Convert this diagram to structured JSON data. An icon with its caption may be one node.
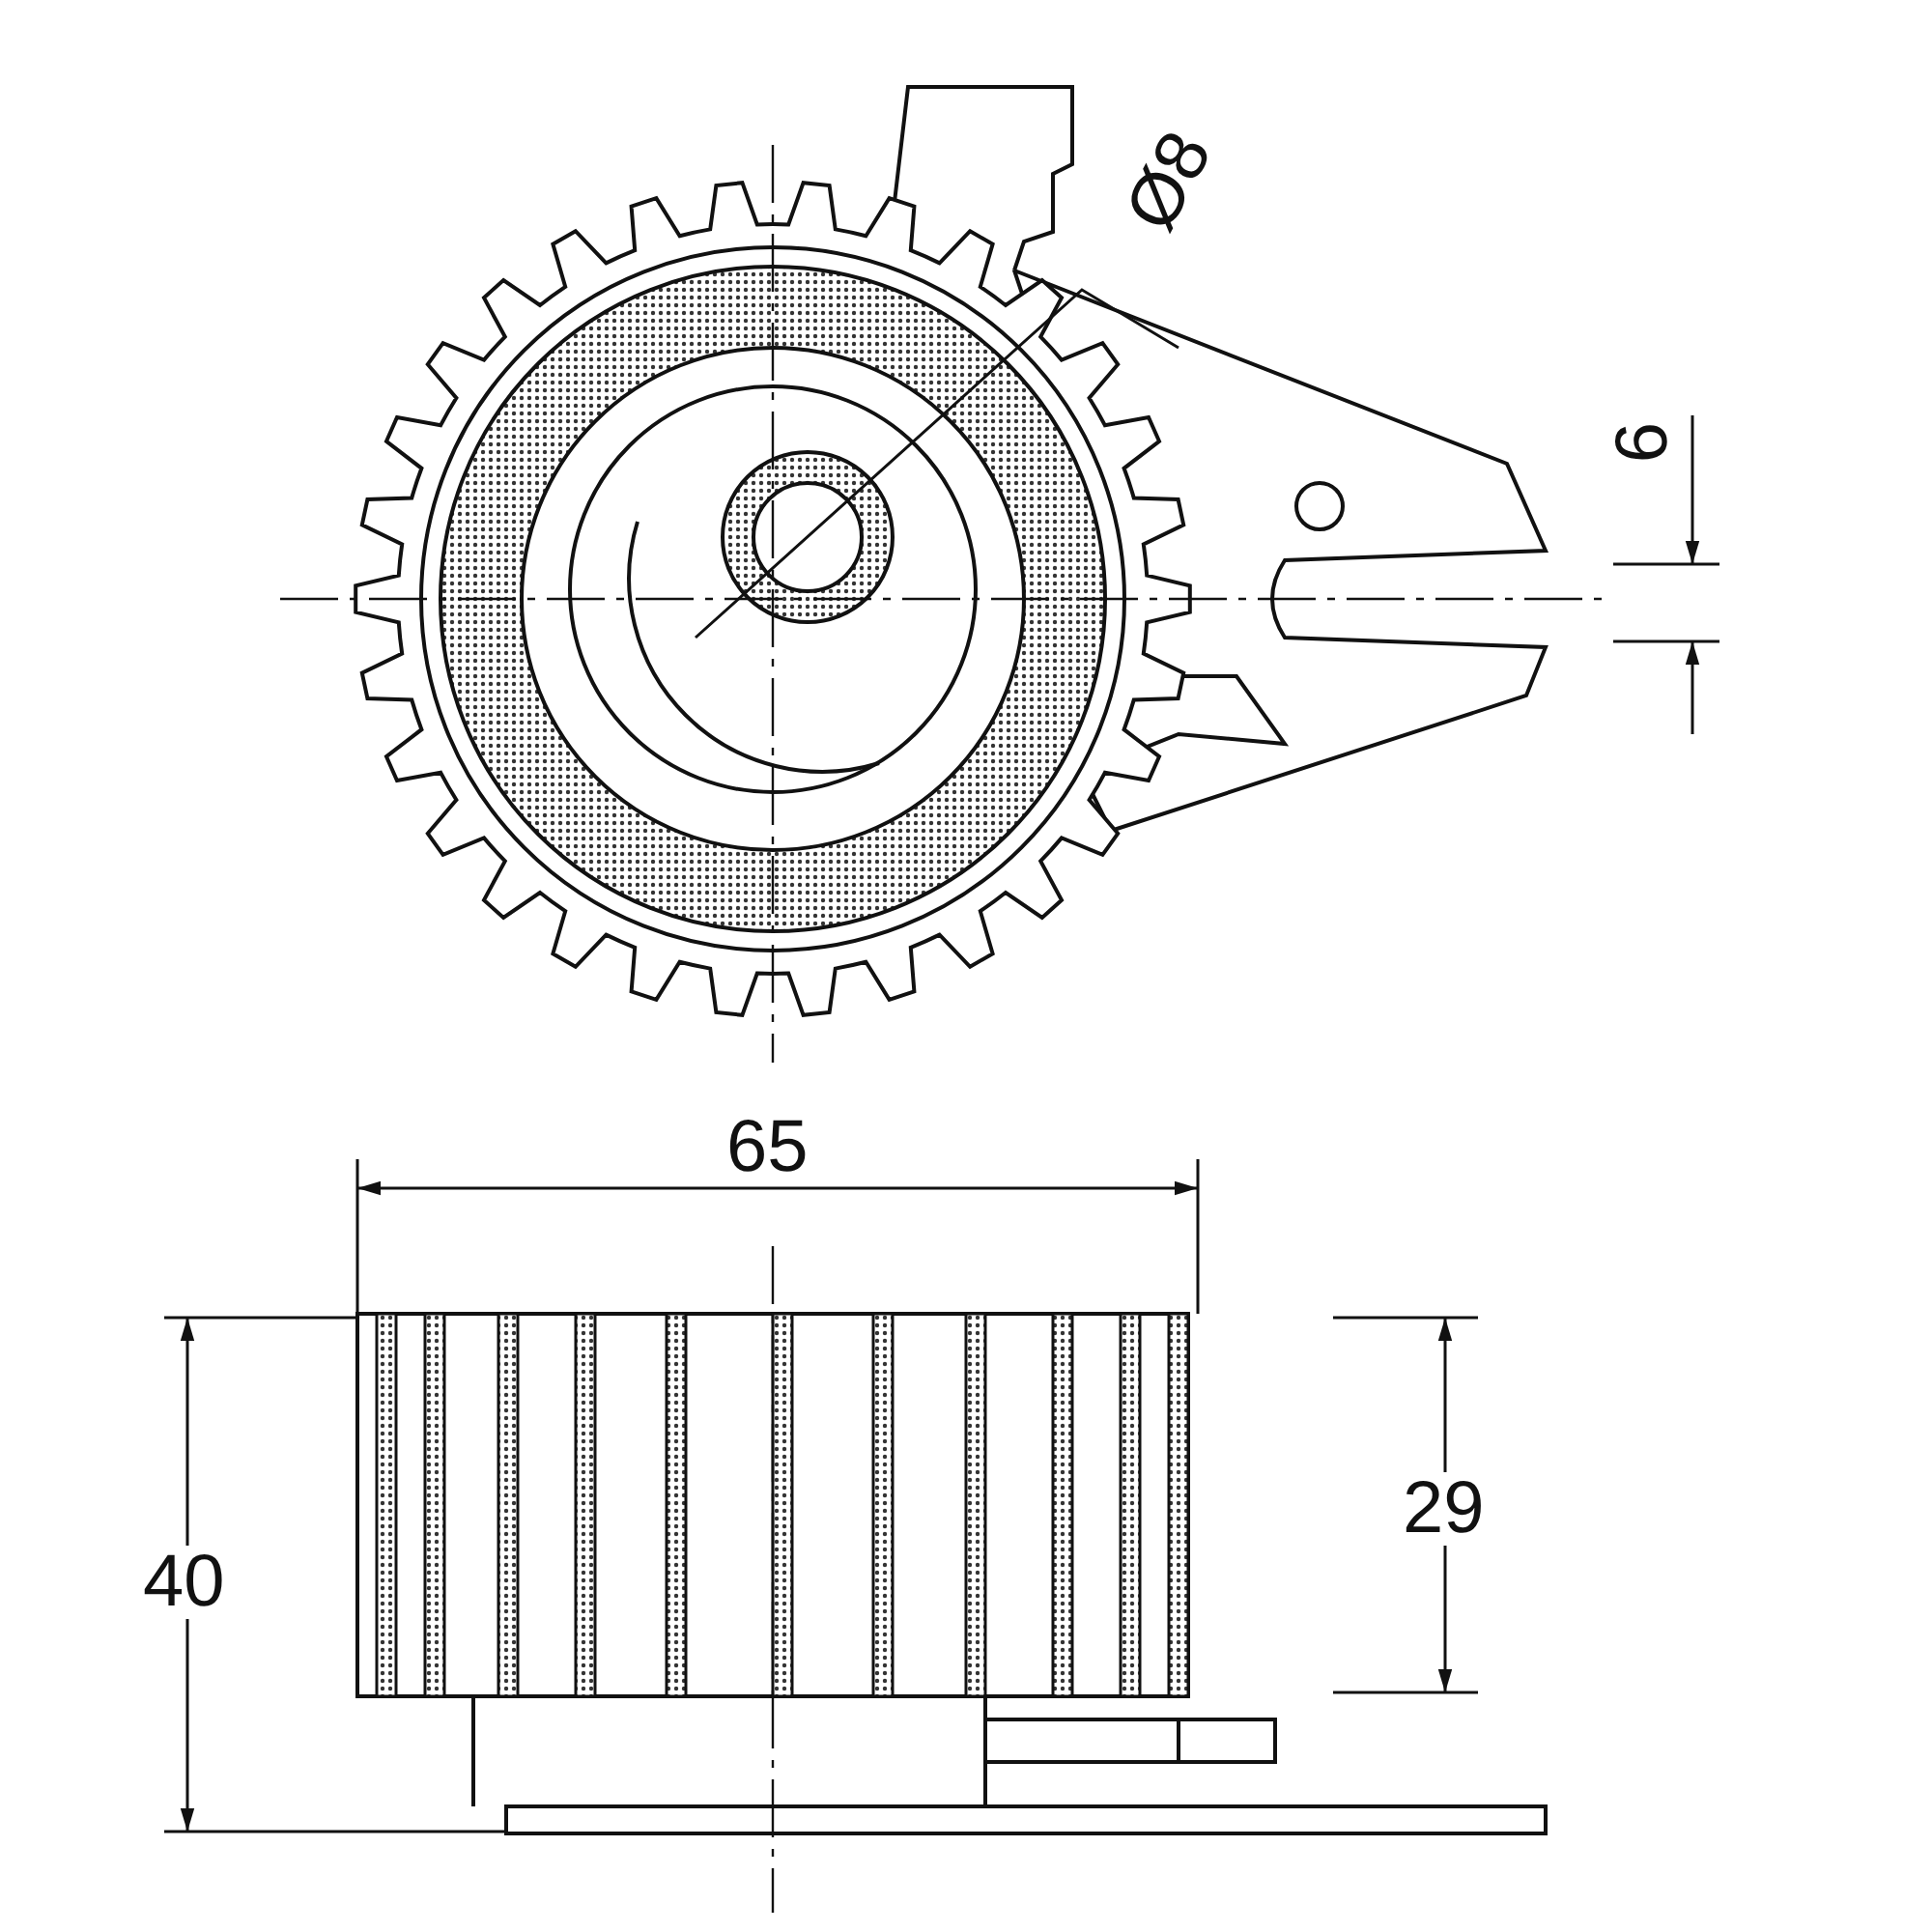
{
  "diagram": {
    "labels": [
      "Ø8",
      "6",
      "65",
      "40",
      "29"
    ]
  }
}
